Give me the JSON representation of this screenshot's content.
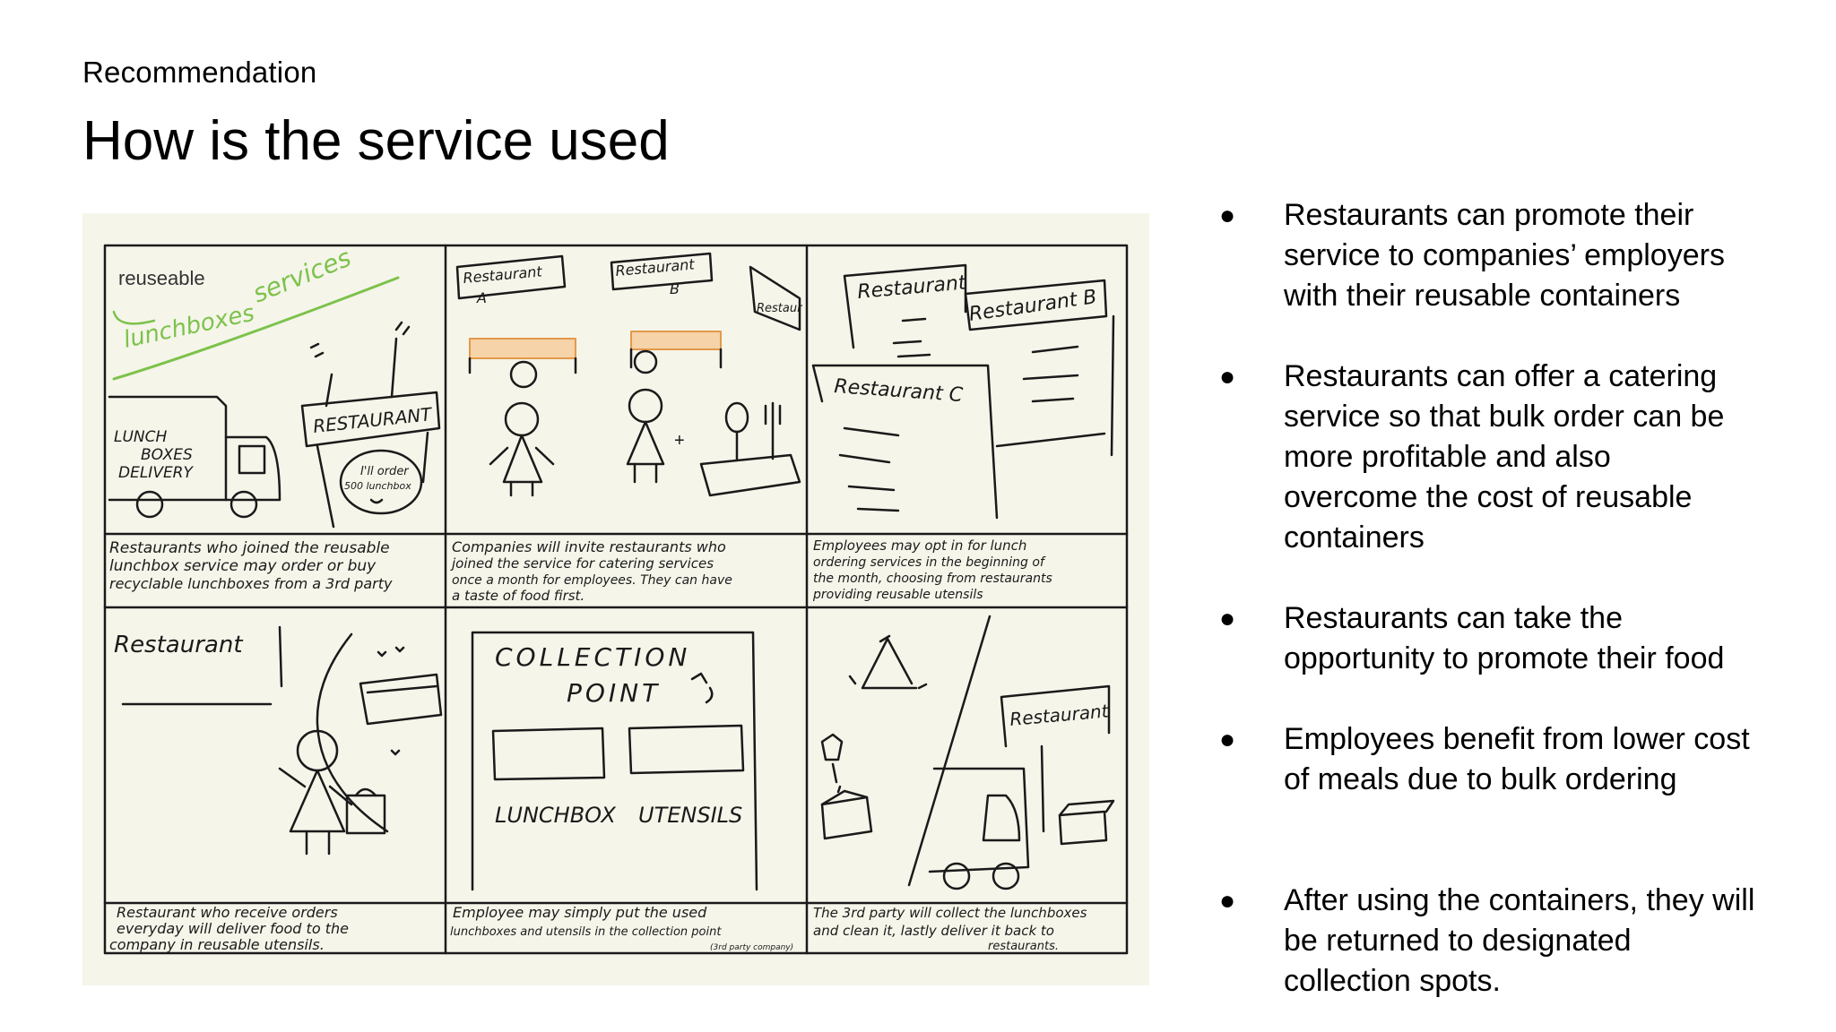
{
  "header": {
    "eyebrow": "Recommendation",
    "title": "How is the service used"
  },
  "storyboard": {
    "panel1": {
      "heading_tag": "reuseable",
      "heading_words": [
        "lunchboxes",
        "services"
      ],
      "truck_text": [
        "LUNCH",
        "BOXES",
        "DELIVERY"
      ],
      "sign": "RESTAURANT",
      "bubble": [
        "I'll order",
        "500 lunchbox"
      ],
      "caption": [
        "Restaurants who joined the reusable",
        "lunchbox service may order or buy",
        "recyclable lunchboxes from a 3rd party"
      ]
    },
    "panel2": {
      "signs": [
        "Restaurant",
        "A",
        "Restaurant",
        "B",
        "Restaur"
      ],
      "caption": [
        "Companies will invite restaurants who",
        "joined the service for catering services",
        "once a month for employees. They can have",
        "a taste of food first."
      ]
    },
    "panel3": {
      "signs": [
        "Restaurant",
        "Restaurant B",
        "Restaurant C"
      ],
      "caption": [
        "Employees may opt in for lunch",
        "ordering services in the beginning of",
        "the month, choosing from restaurants",
        "providing reusable utensils"
      ]
    },
    "panel4": {
      "sign": "Restaurant",
      "caption": [
        "Restaurant who receive orders",
        "everyday will deliver food to the",
        "company in reusable utensils."
      ]
    },
    "panel5": {
      "title": [
        "COLLECTION",
        "POINT"
      ],
      "labels": [
        "LUNCHBOX",
        "UTENSILS"
      ],
      "caption": [
        "Employee may simply put the used",
        "lunchboxes and utensils in the collection point",
        "(3rd party company)"
      ]
    },
    "panel6": {
      "sign": "Restaurant",
      "caption": [
        "The 3rd party will collect the lunchboxes",
        "and clean it, lastly deliver it back to",
        "restaurants."
      ]
    }
  },
  "bullets": [
    {
      "lines": [
        "Restaurants can promote their",
        "service to companies’ employers",
        "with their reusable containers"
      ]
    },
    {
      "lines": [
        "Restaurants can offer a catering",
        "service so that bulk order can  be",
        "more profitable and also",
        "overcome the cost of reusable",
        "containers"
      ]
    },
    {
      "lines": [
        "Restaurants can take the",
        "opportunity to promote their food"
      ]
    },
    {
      "lines": [
        "Employees benefit from lower cost",
        "of meals due to bulk ordering"
      ]
    },
    {
      "lines": [
        "After using the containers, they will",
        "be returned to designated",
        "collection spots."
      ]
    }
  ],
  "bullet_glyph": "●",
  "colors": {
    "sketch_bg": "#f5f5ea",
    "green_ink": "#7dc24b",
    "ink": "#1a1a1a"
  }
}
